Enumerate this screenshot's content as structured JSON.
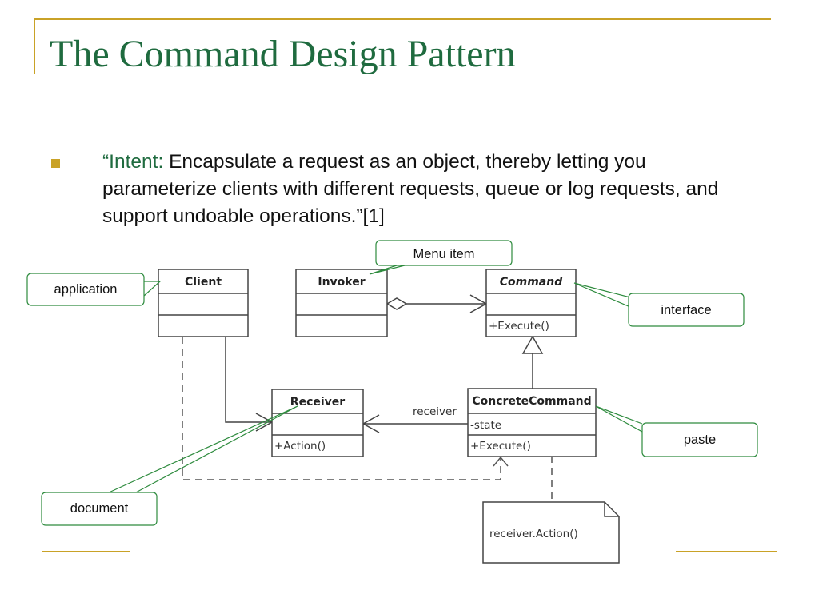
{
  "title": "The Command Design Pattern",
  "bullet": {
    "prefix": "“Intent: ",
    "text": "Encapsulate a request as an object, thereby letting you parameterize clients with different requests, queue or log requests, and support undoable operations.”[1]"
  },
  "diagram": {
    "classes": {
      "client": {
        "name": "Client"
      },
      "invoker": {
        "name": "Invoker"
      },
      "command": {
        "name": "Command",
        "op": "+Execute()"
      },
      "receiver": {
        "name": "Receiver",
        "op": "+Action()"
      },
      "concrete_command": {
        "name": "ConcreteCommand",
        "attr": "-state",
        "op": "+Execute()"
      }
    },
    "association_label": "receiver",
    "note": "receiver.Action()",
    "callouts": {
      "menu_item": "Menu item",
      "application": "application",
      "interface": "interface",
      "paste": "paste",
      "document": "document"
    },
    "colors": {
      "title": "#1f6b3f",
      "accent": "#c9a227",
      "callout_border": "#2e8b3e"
    }
  }
}
